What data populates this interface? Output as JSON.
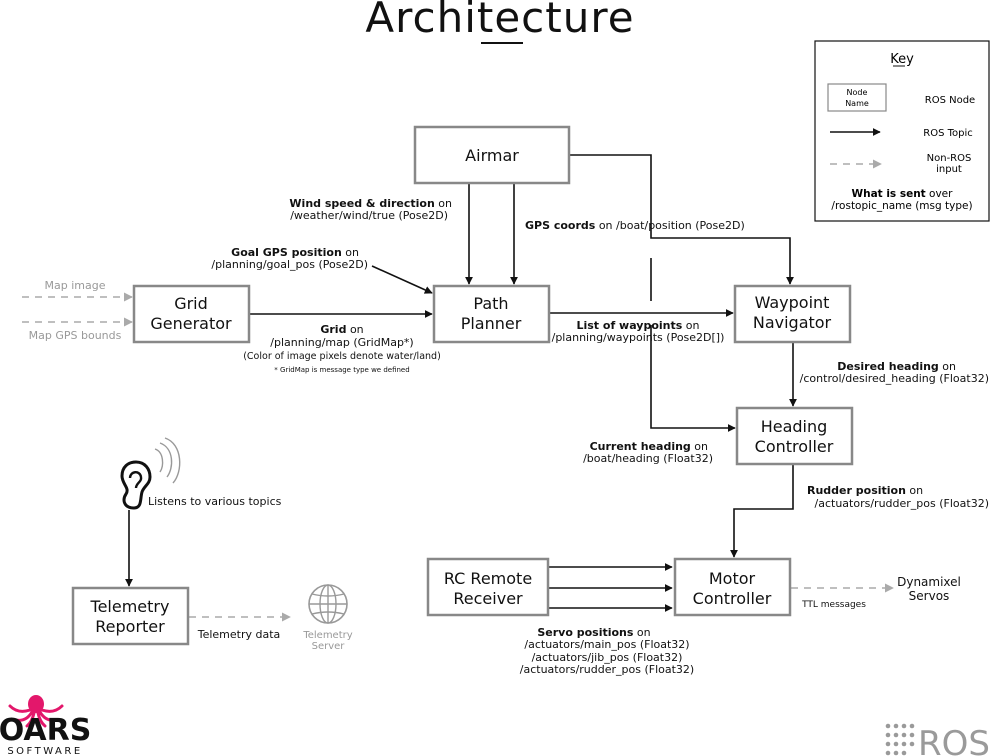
{
  "title": "Architecture",
  "key": {
    "title": "Key",
    "node_sample": [
      "Node",
      "Name"
    ],
    "ros_node": "ROS Node",
    "ros_topic": "ROS Topic",
    "non_ros": [
      "Non-ROS",
      "input"
    ],
    "what_bold": "What is sent",
    "what_rest": " over",
    "what_line2": "/rostopic_name (msg type)"
  },
  "nodes": {
    "airmar": [
      "Airmar"
    ],
    "grid_generator": [
      "Grid",
      "Generator"
    ],
    "path_planner": [
      "Path",
      "Planner"
    ],
    "waypoint_navigator": [
      "Waypoint",
      "Navigator"
    ],
    "heading_controller": [
      "Heading",
      "Controller"
    ],
    "motor_controller": [
      "Motor",
      "Controller"
    ],
    "rc_remote": [
      "RC Remote",
      "Receiver"
    ],
    "telemetry_reporter": [
      "Telemetry",
      "Reporter"
    ]
  },
  "labels": {
    "wind": {
      "bold": "Wind speed & direction",
      "rest": " on",
      "line2": "/weather/wind/true (Pose2D)"
    },
    "gps": {
      "bold": "GPS coords",
      "rest": " on /boat/position (Pose2D)"
    },
    "goal": {
      "bold": "Goal GPS position",
      "rest": " on",
      "line2": "/planning/goal_pos (Pose2D)"
    },
    "grid": {
      "bold": "Grid",
      "rest": " on",
      "line2": "/planning/map (GridMap*)",
      "line3": "(Color of image pixels denote water/land)",
      "line4": "* GridMap is message type we defined"
    },
    "waypoints": {
      "bold": "List of waypoints",
      "rest": " on",
      "line2": "/planning/waypoints (Pose2D[])"
    },
    "desired": {
      "bold": "Desired heading",
      "rest": " on",
      "line2": "/control/desired_heading (Float32)"
    },
    "current": {
      "bold": "Current heading",
      "rest": " on",
      "line2": "/boat/heading (Float32)"
    },
    "rudder": {
      "bold": "Rudder position",
      "rest": " on",
      "line2": "/actuators/rudder_pos (Float32)"
    },
    "servo": {
      "bold": "Servo positions",
      "rest": " on",
      "line2": "/actuators/main_pos (Float32)",
      "line3": "/actuators/jib_pos (Float32)",
      "line4": "/actuators/rudder_pos (Float32)"
    },
    "map_image": "Map image",
    "map_gps": "Map GPS bounds",
    "listens": "Listens to various topics",
    "telemetry_data": "Telemetry data",
    "telemetry_server": [
      "Telemetry",
      "Server"
    ],
    "ttl": "TTL messages",
    "dynamixel": [
      "Dynamixel",
      "Servos"
    ]
  },
  "logos": {
    "oars": "OARS",
    "software": "SOFTWARE",
    "ros": "ROS"
  },
  "colors": {
    "oars_brand": "#e3176b",
    "node_border": "#888888",
    "non_ros": "#aaaaaa"
  },
  "icons": [
    "ear-icon",
    "sound-waves-icon",
    "globe-icon",
    "octopus-icon",
    "ros-dots-icon"
  ]
}
